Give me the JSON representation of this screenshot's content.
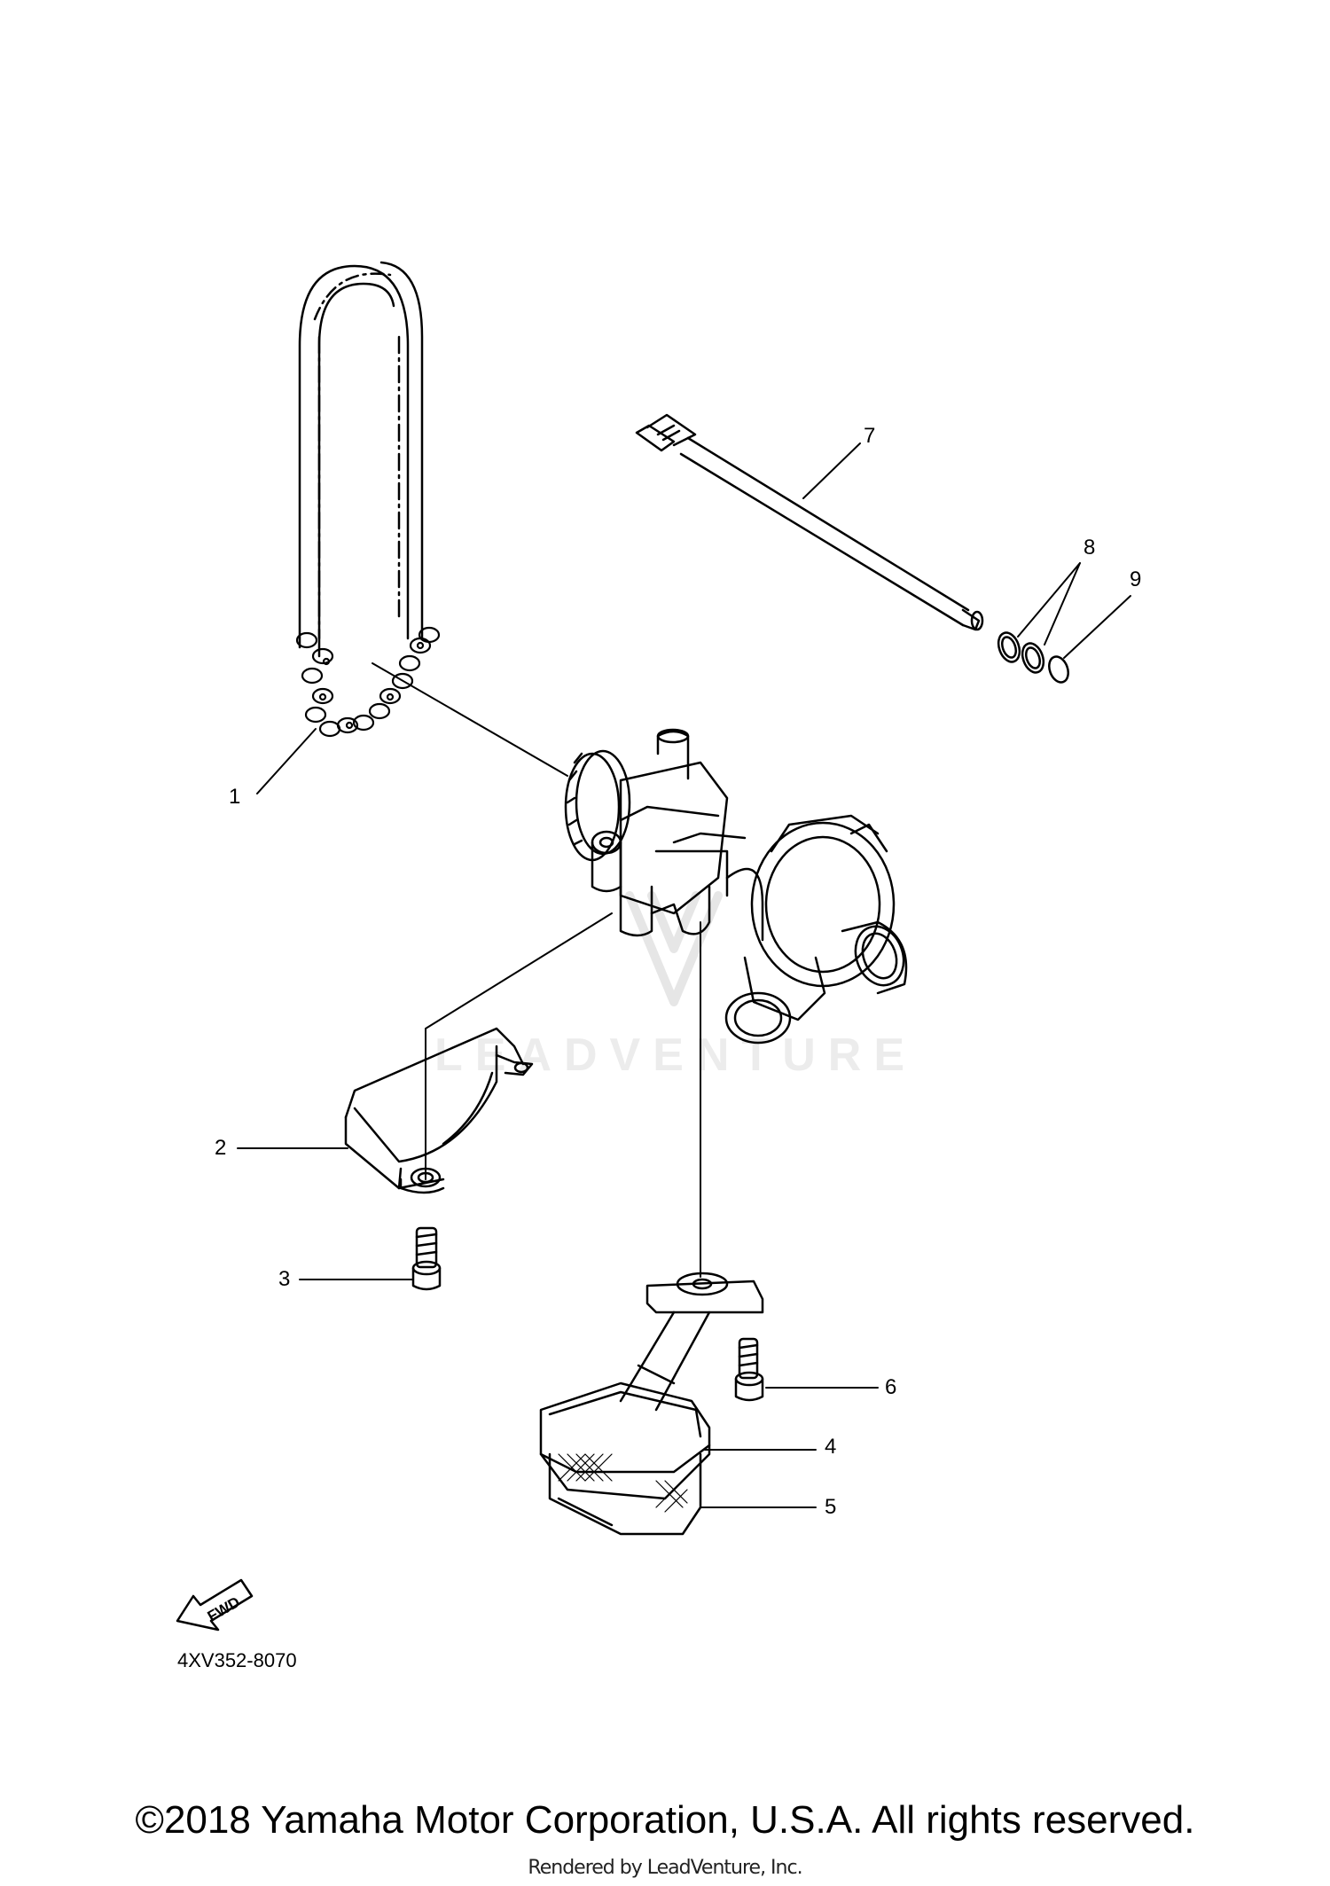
{
  "diagram": {
    "callouts": [
      {
        "id": "1",
        "label": "1"
      },
      {
        "id": "2",
        "label": "2"
      },
      {
        "id": "3",
        "label": "3"
      },
      {
        "id": "4",
        "label": "4"
      },
      {
        "id": "5",
        "label": "5"
      },
      {
        "id": "6",
        "label": "6"
      },
      {
        "id": "7",
        "label": "7"
      },
      {
        "id": "8",
        "label": "8"
      },
      {
        "id": "9",
        "label": "9"
      }
    ],
    "fwd_label": "FWD",
    "part_code": "4XV352-8070",
    "watermark": "LEADVENTURE"
  },
  "footer": {
    "copyright": "©2018 Yamaha Motor Corporation, U.S.A. All rights reserved.",
    "rendered_by": "Rendered by LeadVenture, Inc."
  },
  "colors": {
    "line": "#000000",
    "watermark": "#ececec",
    "background": "#ffffff"
  }
}
